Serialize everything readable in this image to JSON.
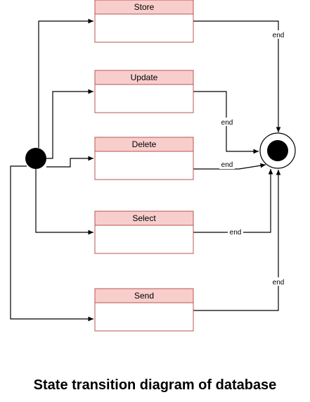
{
  "diagram": {
    "states": [
      {
        "name": "Store"
      },
      {
        "name": "Update"
      },
      {
        "name": "Delete"
      },
      {
        "name": "Select"
      },
      {
        "name": "Send"
      }
    ],
    "edge_label": "end",
    "caption": "State transition diagram of database"
  },
  "colors": {
    "header_fill": "#f8cecc",
    "border": "#b85450",
    "line": "#000000",
    "node": "#000000"
  }
}
